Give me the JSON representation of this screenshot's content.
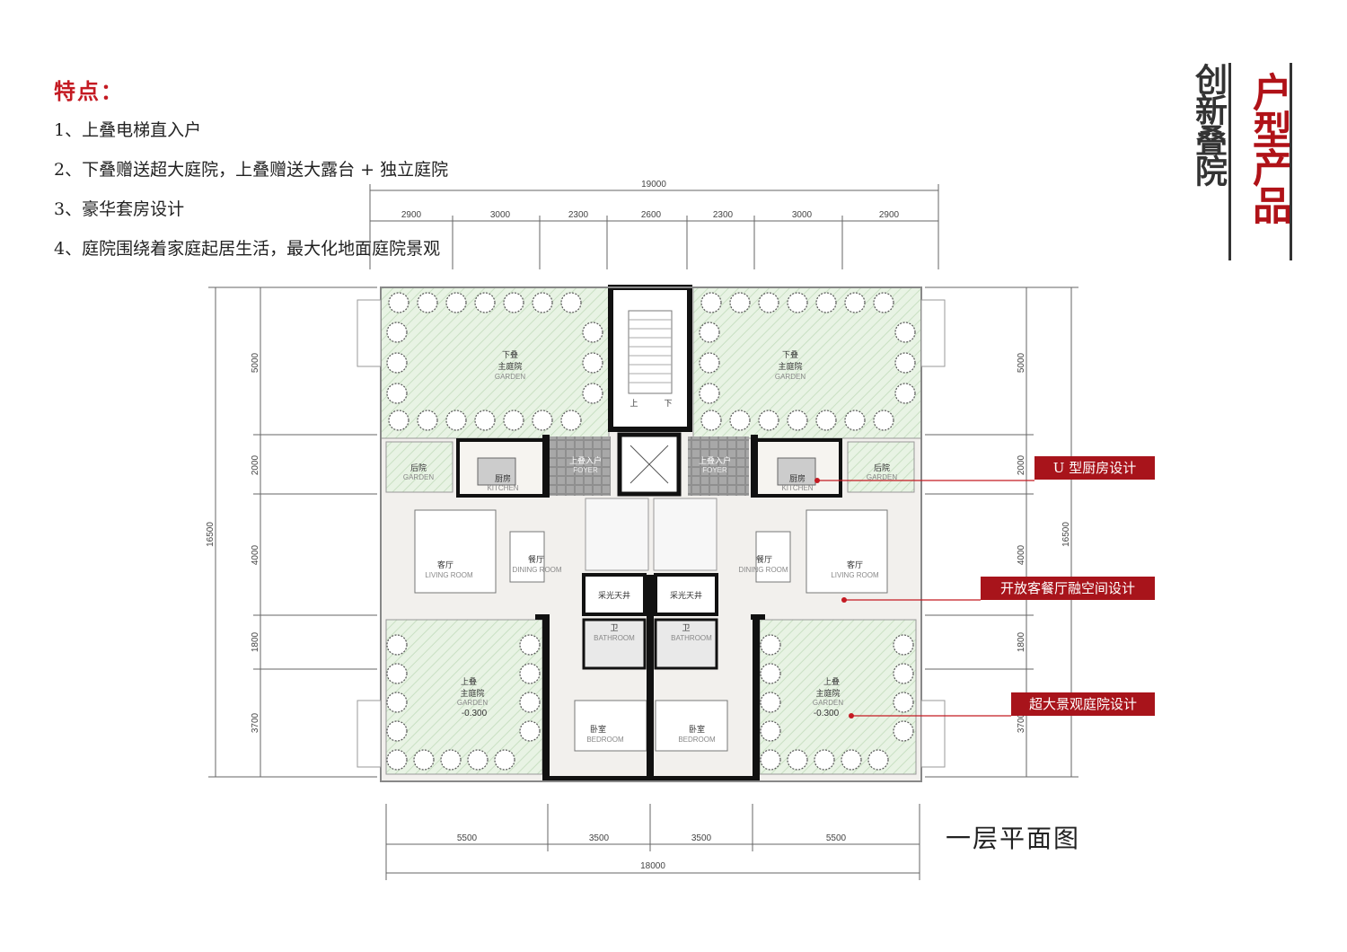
{
  "features": {
    "title": "特点：",
    "items": [
      "1、上叠电梯直入户",
      "2、下叠赠送超大庭院，上叠赠送大露台 + 独立庭院",
      "3、豪华套房设计",
      "4、庭院围绕着家庭起居生活，最大化地面庭院景观"
    ]
  },
  "header": {
    "main_title": "户型产品",
    "sub_title": "创新叠院"
  },
  "callouts": {
    "kitchen": "U 型厨房设计",
    "living": "开放客餐厅融空间设计",
    "garden": "超大景观庭院设计"
  },
  "plan_caption": "一层平面图",
  "dimensions": {
    "top_total": "19000",
    "top_segments": [
      "2900",
      "3000",
      "2300",
      "2600",
      "2300",
      "3000",
      "2900"
    ],
    "bottom_segments": [
      "5500",
      "3500",
      "3500",
      "5500"
    ],
    "bottom_total": "18000",
    "left_segments": [
      "5000",
      "2000",
      "4000",
      "1800",
      "3700"
    ],
    "right_segments": [
      "5000",
      "2000",
      "4000",
      "1800",
      "3700"
    ],
    "left_total": "16500",
    "right_total": "16500"
  },
  "rooms": {
    "lower_garden": {
      "l1": "下叠",
      "l2": "主庭院",
      "en": "GARDEN"
    },
    "back_yard": {
      "cn": "后院",
      "en": "GARDEN"
    },
    "kitchen": {
      "cn": "厨房",
      "en": "KITCHEN"
    },
    "foyer": {
      "cn": "上叠入户",
      "en": "FOYER"
    },
    "living": {
      "cn": "客厅",
      "en": "LIVING ROOM"
    },
    "dining": {
      "cn": "餐厅",
      "en": "DINING ROOM"
    },
    "lightwell": "采光天井",
    "bathroom": {
      "cn": "卫",
      "en": "BATHROOM"
    },
    "bedroom": {
      "cn": "卧室",
      "en": "BEDROOM"
    },
    "upper_garden": {
      "l1": "上叠",
      "l2": "主庭院",
      "en": "GARDEN",
      "level": "-0.300"
    },
    "stair_up": "上",
    "stair_down": "下"
  },
  "colors": {
    "accent": "#a8141b",
    "garden": "#e6f2e2",
    "wall": "#111111",
    "floor": "#f2f0ed"
  }
}
